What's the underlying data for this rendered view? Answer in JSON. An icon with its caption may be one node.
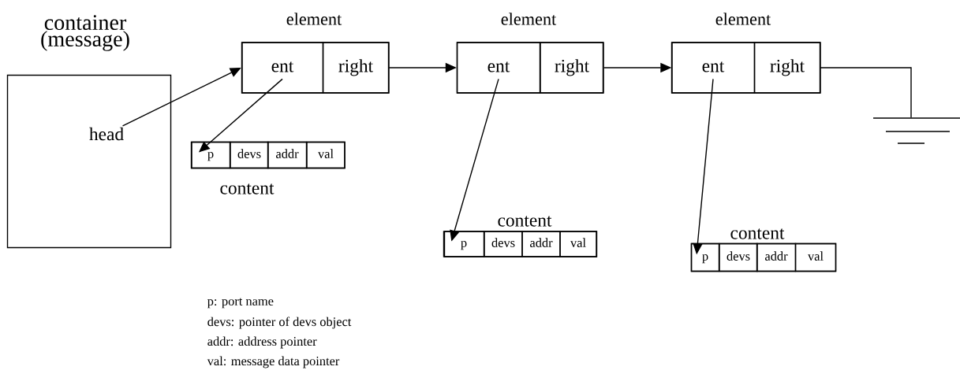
{
  "diagram": {
    "nodes": [
      {
        "text": [
          "container (message)"
        ]
      },
      {
        "text": [
          "head"
        ],
        "in": 0
      },
      {
        "text": [
          "element"
        ]
      },
      {
        "text": [
          "ent"
        ],
        "in": 2
      },
      {
        "text": [
          "right"
        ],
        "in": 2
      },
      {
        "text": [
          "element"
        ]
      },
      {
        "text": [
          "ent"
        ],
        "in": 5
      },
      {
        "text": [
          "right"
        ],
        "in": 5
      },
      {
        "text": [
          "element"
        ]
      },
      {
        "text": [
          "ent"
        ],
        "in": 8
      },
      {
        "text": [
          "right"
        ],
        "in": 8
      },
      {
        "text": [],
        "shape": "ground"
      },
      {
        "text": [
          "content"
        ]
      },
      {
        "text": [
          "p"
        ],
        "in": 12
      },
      {
        "text": [
          "devs"
        ],
        "in": 12
      },
      {
        "text": [
          "addr"
        ],
        "in": 12
      },
      {
        "text": [
          "val"
        ],
        "in": 12
      },
      {
        "text": [
          "content"
        ]
      },
      {
        "text": [
          "p"
        ],
        "in": 17
      },
      {
        "text": [
          "devs"
        ],
        "in": 17
      },
      {
        "text": [
          "addr"
        ],
        "in": 17
      },
      {
        "text": [
          "val"
        ],
        "in": 17
      },
      {
        "text": [
          "content"
        ]
      },
      {
        "text": [
          "p"
        ],
        "in": 22
      },
      {
        "text": [
          "devs"
        ],
        "in": 22
      },
      {
        "text": [
          "addr"
        ],
        "in": 22
      },
      {
        "text": [
          "val"
        ],
        "in": 22
      }
    ],
    "edges": [
      {
        "from": 1,
        "to": 3,
        "arrow": "to"
      },
      {
        "from": 4,
        "to": 5,
        "arrow": "to"
      },
      {
        "from": 7,
        "to": 8,
        "arrow": "to"
      },
      {
        "from": 10,
        "to": 11,
        "arrow": "none"
      },
      {
        "from": 3,
        "to": 13,
        "arrow": "to"
      },
      {
        "from": 6,
        "to": 18,
        "arrow": "to"
      },
      {
        "from": 9,
        "to": 23,
        "arrow": "to"
      }
    ],
    "labels": [
      "p: port name",
      "devs: pointer of devs object",
      "addr: address pointer",
      "val: message data pointer"
    ]
  }
}
